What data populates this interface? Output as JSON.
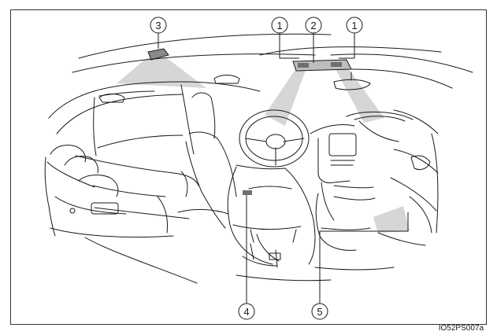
{
  "callouts": {
    "c1a": "1",
    "c2": "2",
    "c1b": "1",
    "c3": "3",
    "c4": "4",
    "c5": "5"
  },
  "figure_code": "IO52PS007a",
  "colors": {
    "line": "#1a1a1a",
    "light_cone": "#d0d0d0",
    "light_fixture": "#8a8a8a",
    "frame": "#333333"
  }
}
